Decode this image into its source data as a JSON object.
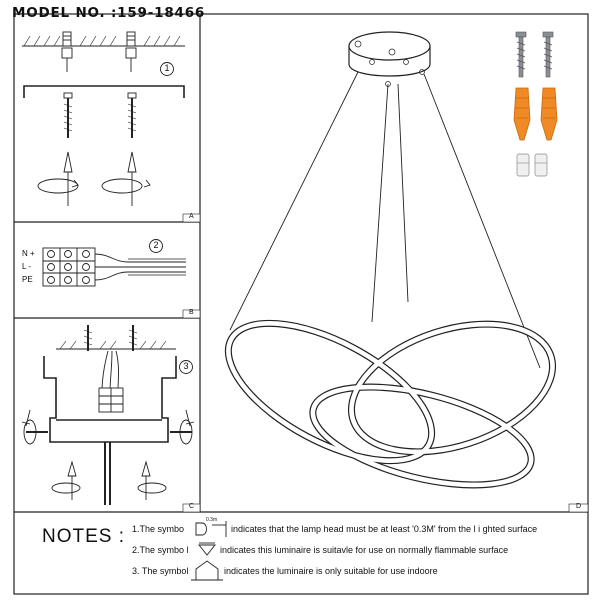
{
  "header": {
    "model_no": "MODEL NO. :159-18466"
  },
  "panels": {
    "a": {
      "letter": "A",
      "step": "1"
    },
    "b": {
      "letter": "B",
      "step": "2",
      "wire_labels": [
        "N +",
        "L -",
        "PE"
      ]
    },
    "c": {
      "letter": "C",
      "step": "3"
    },
    "d": {
      "letter": "D"
    }
  },
  "notes": {
    "title": "NOTES :",
    "items": [
      {
        "prefix": "1.The symbo",
        "icon": "distance-0.3m-icon",
        "icon_text": "0.3m",
        "text": "indicates that the lamp head must be at least '0.3M' from the l i ghted surface"
      },
      {
        "prefix": "2.The symbo l",
        "icon": "flammable-surface-triangle-icon",
        "text": "indicates this luminaire is suitavle for use on normally flammable surface"
      },
      {
        "prefix": "3. The symbol",
        "icon": "indoor-house-icon",
        "text": "indicates the luminaire is only suitable for use indoore"
      }
    ]
  },
  "colors": {
    "line": "#1a1a1a",
    "anchor": "#f08a24",
    "screw": "#8a8f96",
    "background": "#ffffff"
  }
}
